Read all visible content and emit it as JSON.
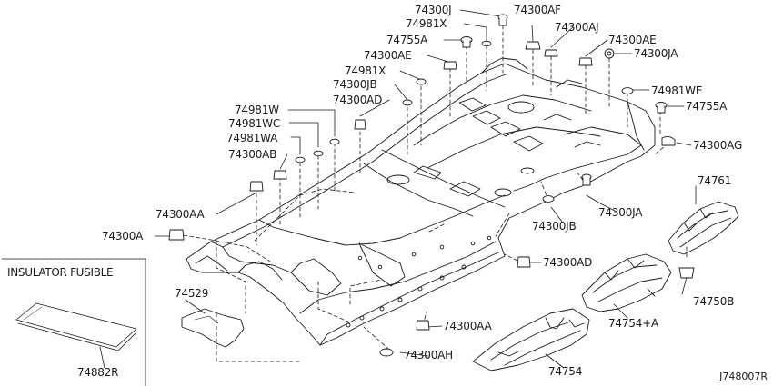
{
  "inset": {
    "title": "INSULATOR FUSIBLE",
    "part": "74882R"
  },
  "reference_code": "J748007R",
  "colors": {
    "ink": "#1a1a1a",
    "background": "#ffffff"
  },
  "parts": {
    "p74300J": "74300J",
    "p74300AF": "74300AF",
    "p74981X_top": "74981X",
    "p74755A_top": "74755A",
    "p74300AJ": "74300AJ",
    "p74300AE_right": "74300AE",
    "p74300JA_top": "74300JA",
    "p74300AE_left": "74300AE",
    "p74981X_left": "74981X",
    "p74981WE": "74981WE",
    "p74300JB_top": "74300JB",
    "p74755A_right": "74755A",
    "p74300AD_top": "74300AD",
    "p74981W": "74981W",
    "p74981WC": "74981WC",
    "p74300AG": "74300AG",
    "p74981WA": "74981WA",
    "p74300AB": "74300AB",
    "p74761": "74761",
    "p74300JA_bottom": "74300JA",
    "p74300AA_left": "74300AA",
    "p74300JB_bottom": "74300JB",
    "p74300A": "74300A",
    "p74300AD_bottom": "74300AD",
    "p74529": "74529",
    "p74750B": "74750B",
    "p74754A": "74754+A",
    "p74300AA_bottom": "74300AA",
    "p74300AH": "74300AH",
    "p74754": "74754"
  }
}
